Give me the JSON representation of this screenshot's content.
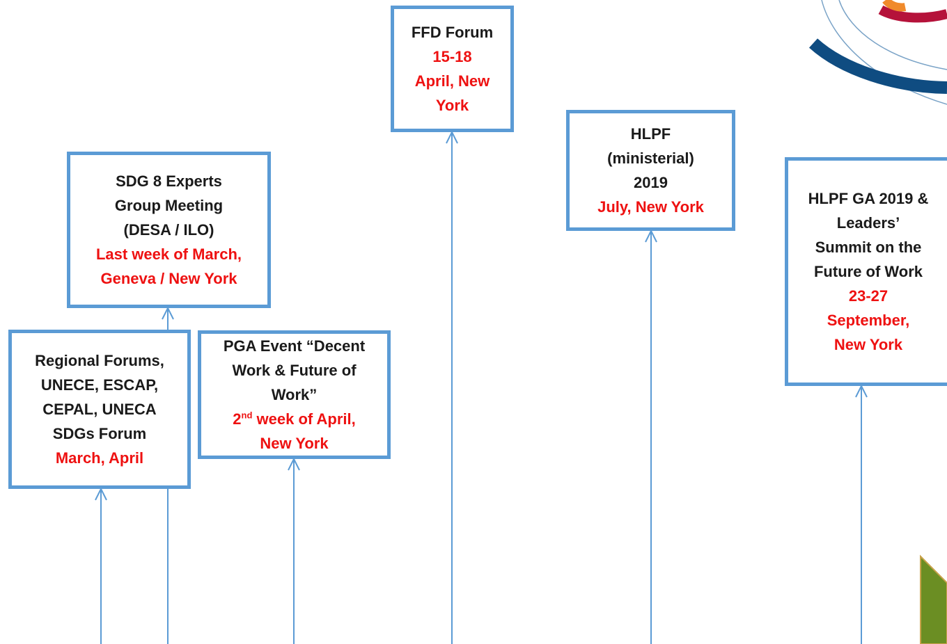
{
  "events": [
    {
      "id": "ffd",
      "lines": [
        {
          "text": "FFD Forum",
          "color": "black"
        },
        {
          "text": "15-18",
          "color": "red"
        },
        {
          "text": "April, New",
          "color": "red"
        },
        {
          "text": "York",
          "color": "red"
        }
      ]
    },
    {
      "id": "hlpf-ministerial",
      "lines": [
        {
          "text": "HLPF",
          "color": "black"
        },
        {
          "text": "(ministerial)",
          "color": "black"
        },
        {
          "text": "2019",
          "color": "black"
        },
        {
          "text": "July, New York",
          "color": "red"
        }
      ]
    },
    {
      "id": "sdg8",
      "lines": [
        {
          "text": "SDG 8 Experts",
          "color": "black"
        },
        {
          "text": "Group Meeting",
          "color": "black"
        },
        {
          "text": "(DESA / ILO)",
          "color": "black"
        },
        {
          "text": "Last week of March,",
          "color": "red"
        },
        {
          "text": "Geneva / New York",
          "color": "red"
        }
      ]
    },
    {
      "id": "hlpf-ga",
      "lines": [
        {
          "text": "HLPF GA 2019 &",
          "color": "black"
        },
        {
          "text": "Leaders’",
          "color": "black"
        },
        {
          "text": "Summit on the",
          "color": "black"
        },
        {
          "text": "Future of Work",
          "color": "black"
        },
        {
          "text": "23-27",
          "color": "red"
        },
        {
          "text": "September,",
          "color": "red"
        },
        {
          "text": "New York",
          "color": "red"
        }
      ]
    },
    {
      "id": "regional",
      "lines": [
        {
          "text": "Regional Forums,",
          "color": "black"
        },
        {
          "text": "UNECE, ESCAP,",
          "color": "black"
        },
        {
          "text": "CEPAL, UNECA",
          "color": "black"
        },
        {
          "text": "SDGs Forum",
          "color": "black"
        },
        {
          "text": "March, April",
          "color": "red"
        }
      ]
    },
    {
      "id": "pga",
      "lines": [
        {
          "text": "PGA Event “Decent",
          "color": "black"
        },
        {
          "text": "Work & Future of",
          "color": "black"
        },
        {
          "text": "Work”",
          "color": "black"
        },
        {
          "text": "2",
          "sup": "nd",
          "rest": " week of April,",
          "color": "red"
        },
        {
          "text": "New York",
          "color": "red"
        }
      ]
    }
  ],
  "colors": {
    "box_border": "#5B9BD5",
    "connector": "#5B9BD5",
    "date_text": "#EE1111",
    "logo_navy": "#0F4C81",
    "logo_red": "#B5123A",
    "logo_orange": "#F08A2B",
    "triangle_green": "#6B8E23",
    "triangle_edge": "#C8A24A"
  }
}
